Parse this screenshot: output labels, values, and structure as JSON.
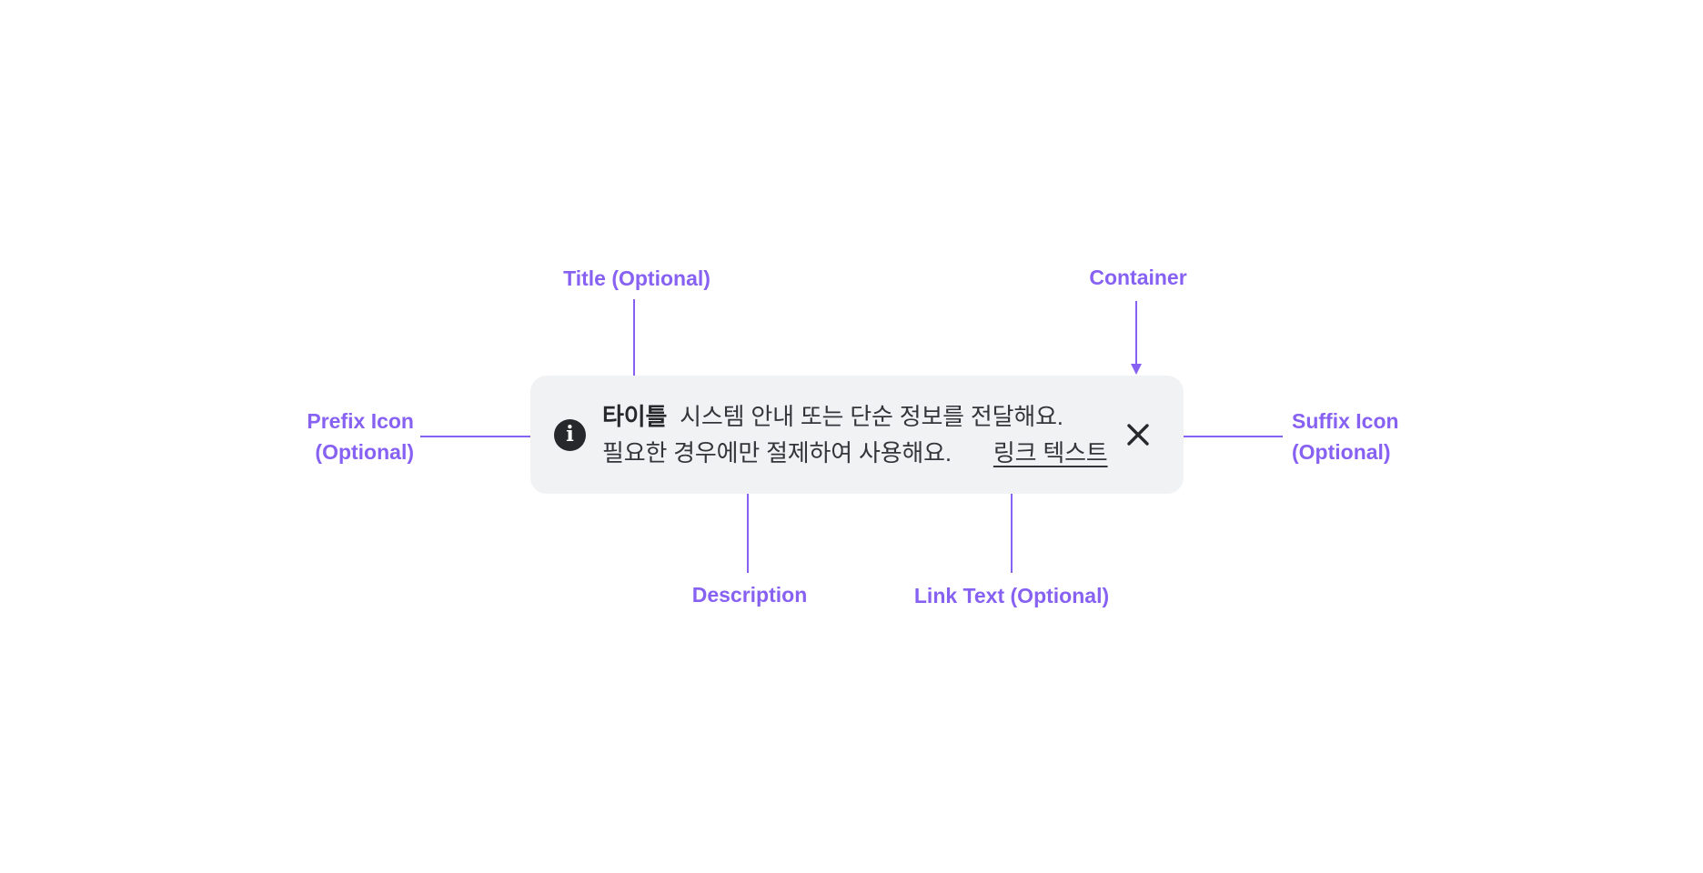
{
  "colors": {
    "page_bg": "#FFFFFF",
    "accent": "#8661F2",
    "toast_bg": "#F1F2F4",
    "icon_dark": "#26282B",
    "title_text": "#26282B",
    "body_text": "#33353B"
  },
  "toast": {
    "title": "타이틀",
    "description_line1": "시스템 안내 또는 단순 정보를 전달해요.",
    "description_line2": "필요한 경우에만 절제하여 사용해요.",
    "link_text": "링크 텍스트",
    "prefix_icon": "info-circle-icon",
    "suffix_icon": "close-x-icon",
    "info_glyph": "i"
  },
  "annotations": {
    "title_label": "Title (Optional)",
    "container_label": "Container",
    "prefix_icon_label_line1": "Prefix Icon",
    "prefix_icon_label_line2": "(Optional)",
    "suffix_icon_label_line1": "Suffix Icon",
    "suffix_icon_label_line2": "(Optional)",
    "description_label": "Description",
    "link_text_label": "Link Text (Optional)"
  }
}
